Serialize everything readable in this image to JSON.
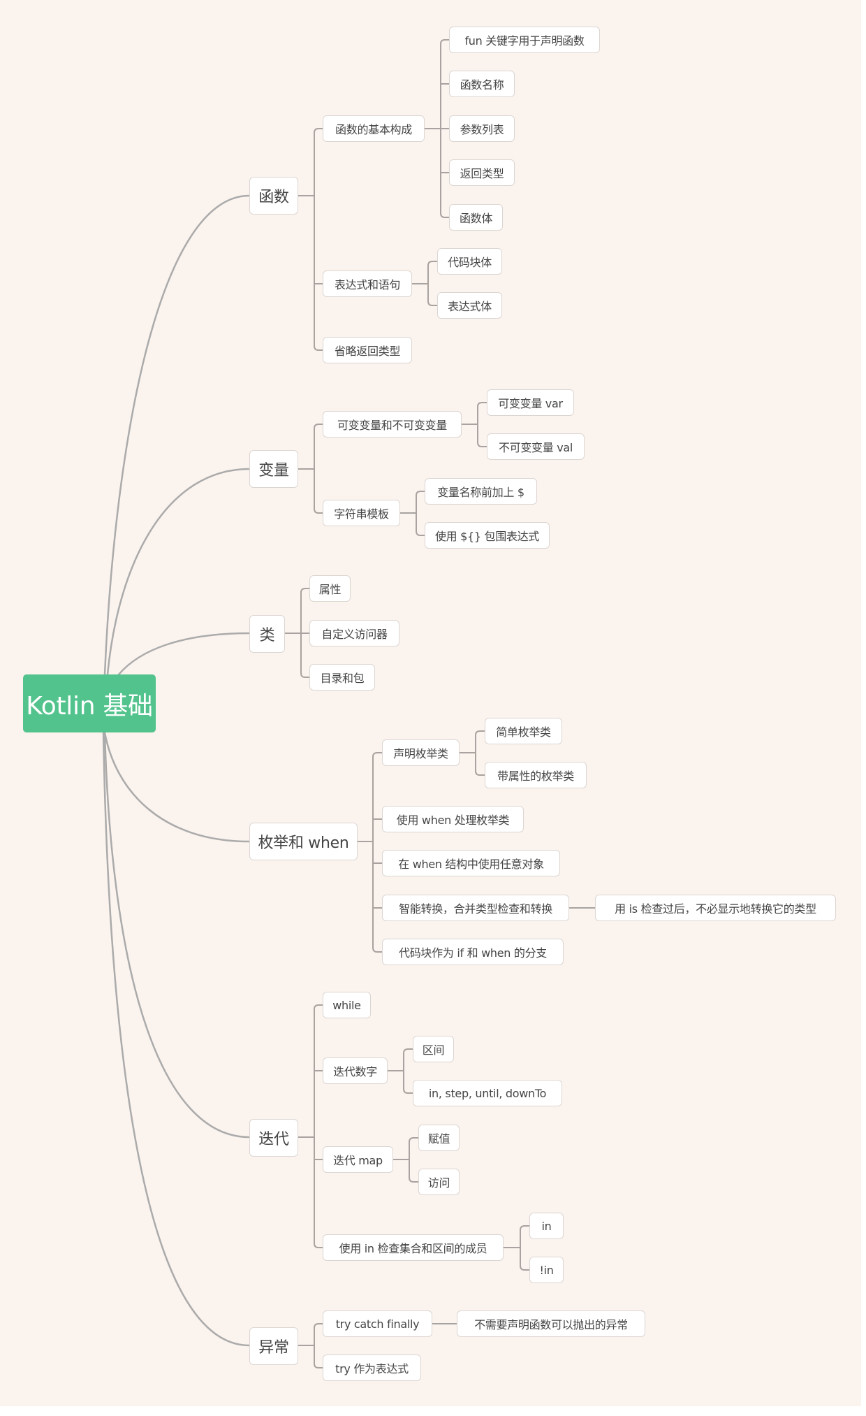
{
  "mindmap": {
    "root": "Kotlin 基础",
    "colors": {
      "root_fill": "#52c38c",
      "background": "#fbf3ee",
      "line": "#ababab",
      "node_border": "#dcd6d2",
      "text": "#444444"
    },
    "branches": [
      {
        "label": "函数",
        "children": [
          {
            "label": "函数的基本构成",
            "children": [
              "fun 关键字用于声明函数",
              "函数名称",
              "参数列表",
              "返回类型",
              "函数体"
            ]
          },
          {
            "label": "表达式和语句",
            "children": [
              "代码块体",
              "表达式体"
            ]
          },
          {
            "label": "省略返回类型"
          }
        ]
      },
      {
        "label": "变量",
        "children": [
          {
            "label": "可变变量和不可变变量",
            "children": [
              "可变变量 var",
              "不可变变量 val"
            ]
          },
          {
            "label": "字符串模板",
            "children": [
              "变量名称前加上 $",
              "使用 ${} 包围表达式"
            ]
          }
        ]
      },
      {
        "label": "类",
        "children": [
          {
            "label": "属性"
          },
          {
            "label": "自定义访问器"
          },
          {
            "label": "目录和包"
          }
        ]
      },
      {
        "label": "枚举和 when",
        "children": [
          {
            "label": "声明枚举类",
            "children": [
              "简单枚举类",
              "带属性的枚举类"
            ]
          },
          {
            "label": "使用 when 处理枚举类"
          },
          {
            "label": "在 when 结构中使用任意对象"
          },
          {
            "label": "智能转换，合并类型检查和转换",
            "children": [
              "用 is 检查过后，不必显示地转换它的类型"
            ]
          },
          {
            "label": "代码块作为 if 和 when 的分支"
          }
        ]
      },
      {
        "label": "迭代",
        "children": [
          {
            "label": "while"
          },
          {
            "label": "迭代数字",
            "children": [
              "区间",
              "in, step, until, downTo"
            ]
          },
          {
            "label": "迭代 map",
            "children": [
              "赋值",
              "访问"
            ]
          },
          {
            "label": "使用 in 检查集合和区间的成员",
            "children": [
              "in",
              "!in"
            ]
          }
        ]
      },
      {
        "label": "异常",
        "children": [
          {
            "label": "try catch finally",
            "children": [
              "不需要声明函数可以抛出的异常"
            ]
          },
          {
            "label": "try 作为表达式"
          }
        ]
      }
    ]
  }
}
